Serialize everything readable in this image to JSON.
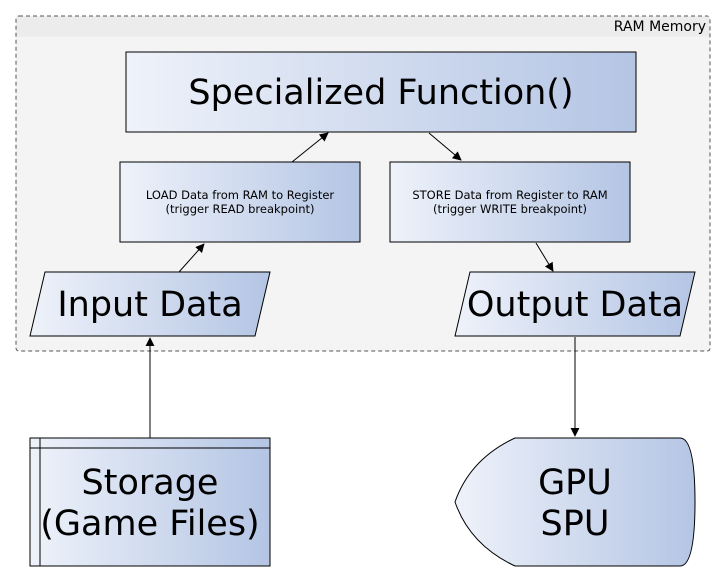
{
  "container": {
    "label": "RAM Memory"
  },
  "nodes": {
    "function": {
      "label": "Specialized Function()"
    },
    "load": {
      "line1": "LOAD Data from RAM to Register",
      "line2": "(trigger READ breakpoint)"
    },
    "store": {
      "line1": "STORE Data from Register to RAM",
      "line2": "(trigger WRITE breakpoint)"
    },
    "input": {
      "label": "Input Data"
    },
    "output": {
      "label": "Output Data"
    },
    "storage": {
      "line1": "Storage",
      "line2": "(Game Files)"
    },
    "display": {
      "line1": "GPU",
      "line2": "SPU"
    }
  },
  "colors": {
    "shape_fill_light": "#eef2fa",
    "shape_fill_dark": "#b4c5e4",
    "container_fill": "#f4f4f4",
    "container_header": "#ececec",
    "stroke": "#000000"
  }
}
